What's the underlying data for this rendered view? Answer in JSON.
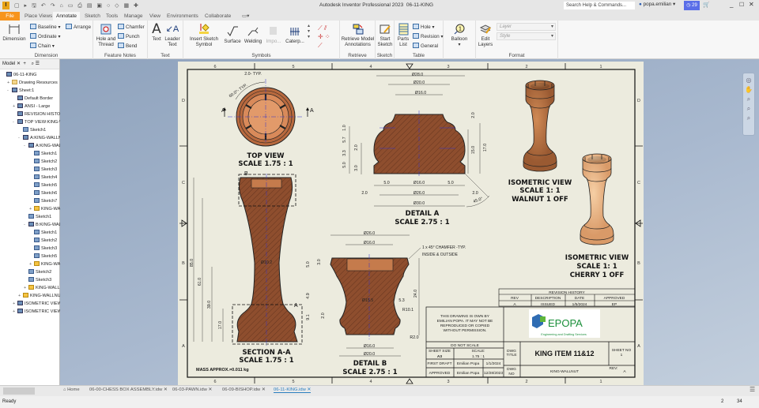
{
  "app": {
    "title": "Autodesk Inventor Professional 2023",
    "document": "06-11-KING"
  },
  "topbar": {
    "search_placeholder": "Search Help & Commands...",
    "user": "popa.emilian",
    "notifications": "29"
  },
  "tabs": [
    "File",
    "Place Views",
    "Annotate",
    "Sketch",
    "Tools",
    "Manage",
    "View",
    "Environments",
    "Collaborate"
  ],
  "active_tab": "Annotate",
  "ribbon": {
    "dimension": {
      "label": "Dimension",
      "big": "Dimension",
      "baseline": "Baseline",
      "ordinate": "Ordinate",
      "chain": "Chain",
      "arrange": "Arrange"
    },
    "feature_notes": {
      "label": "Feature Notes",
      "hole": "Hole and Thread",
      "chamfer": "Chamfer",
      "punch": "Punch",
      "bend": "Bend"
    },
    "text": {
      "label": "Text",
      "text": "Text",
      "leader": "Leader Text"
    },
    "symbols": {
      "label": "Symbols",
      "insert": "Insert Sketch Symbol",
      "surface": "Surface",
      "welding": "Welding",
      "import": "Impo...",
      "caterpillar": "Caterp..."
    },
    "retrieve": {
      "label": "Retrieve",
      "btn": "Retrieve Model Annotations"
    },
    "sketch": {
      "label": "Sketch",
      "btn": "Start Sketch"
    },
    "table": {
      "label": "Table",
      "parts": "Parts List",
      "hole": "Hole",
      "revision": "Revision",
      "general": "General"
    },
    "balloon": {
      "btn": "Balloon"
    },
    "format": {
      "label": "Format",
      "edit_layers": "Edit Layers",
      "layer": "Layer",
      "style": "Style"
    }
  },
  "browser": {
    "tab": "Model",
    "tree": [
      {
        "t": "06-11-KING",
        "l": 0,
        "i": "doc"
      },
      {
        "t": "Drawing Resources",
        "l": 1,
        "e": "+",
        "i": "fold"
      },
      {
        "t": "Sheet:1",
        "l": 1,
        "e": "-",
        "i": "doc"
      },
      {
        "t": "Default Border",
        "l": 2,
        "i": "doc"
      },
      {
        "t": "ANSI - Large",
        "l": 2,
        "e": "+",
        "i": "doc"
      },
      {
        "t": "REVISION HISTORY",
        "l": 2,
        "i": "doc"
      },
      {
        "t": "TOP VIEW:KING-WA",
        "l": 2,
        "e": "-",
        "i": "doc"
      },
      {
        "t": "Sketch1",
        "l": 3,
        "i": "sk"
      },
      {
        "t": "A:KING-WALLNUT",
        "l": 3,
        "e": "-",
        "i": "doc"
      },
      {
        "t": "A:KING-WALL",
        "l": 4,
        "e": "-",
        "i": "doc"
      },
      {
        "t": "Sketch1",
        "l": 5,
        "i": "sk"
      },
      {
        "t": "Sketch2",
        "l": 5,
        "i": "sk"
      },
      {
        "t": "Sketch3",
        "l": 5,
        "i": "sk"
      },
      {
        "t": "Sketch4",
        "l": 5,
        "i": "sk"
      },
      {
        "t": "Sketch5",
        "l": 5,
        "i": "sk"
      },
      {
        "t": "Sketch6",
        "l": 5,
        "i": "sk"
      },
      {
        "t": "Sketch7",
        "l": 5,
        "i": "sk"
      },
      {
        "t": "KING-WAL",
        "l": 5,
        "e": "+",
        "i": "part"
      },
      {
        "t": "Sketch1",
        "l": 4,
        "i": "sk"
      },
      {
        "t": "B:KING-WALLI",
        "l": 4,
        "e": "-",
        "i": "doc"
      },
      {
        "t": "Sketch1",
        "l": 5,
        "i": "sk"
      },
      {
        "t": "Sketch2",
        "l": 5,
        "i": "sk"
      },
      {
        "t": "Sketch3",
        "l": 5,
        "i": "sk"
      },
      {
        "t": "Sketch5",
        "l": 5,
        "i": "sk"
      },
      {
        "t": "KING-WAL",
        "l": 5,
        "e": "+",
        "i": "part"
      },
      {
        "t": "Sketch2",
        "l": 4,
        "i": "sk"
      },
      {
        "t": "Sketch3",
        "l": 4,
        "i": "sk"
      },
      {
        "t": "KING-WALLNL",
        "l": 4,
        "e": "+",
        "i": "part"
      },
      {
        "t": "KING-WALLNUT",
        "l": 3,
        "e": "+",
        "i": "part"
      },
      {
        "t": "ISOMETRIC VIEW:KI",
        "l": 2,
        "e": "+",
        "i": "doc"
      },
      {
        "t": "ISOMETRIC VIEW:KI",
        "l": 2,
        "e": "+",
        "i": "doc"
      }
    ]
  },
  "sheet": {
    "cols": [
      "6",
      "5",
      "4",
      "3",
      "2",
      "1"
    ],
    "rows": [
      "D",
      "C",
      "B",
      "A"
    ],
    "views": {
      "top": {
        "title": "TOP VIEW",
        "scale": "SCALE 1.75 : 1",
        "typ1": "2.0- TYP.",
        "typ2": "60.0°- TYP.",
        "a": "A"
      },
      "section": {
        "title": "SECTION A-A",
        "scale": "SCALE 1.75 : 1",
        "b": "B",
        "a": "A",
        "d1": "85.0",
        "d2": "61.0",
        "d3": "39.0",
        "d4": "17.0",
        "d5": "Ø10.2"
      },
      "detail_a": {
        "title": "DETAIL  A",
        "scale": "SCALE 2.75 : 1",
        "d": [
          "Ø28.0",
          "Ø20.0",
          "Ø16.0",
          "2.0",
          "1.0",
          "5.7",
          "2.0",
          "3.3",
          "5.0",
          "3.0",
          "15.0",
          "17.0",
          "5.0",
          "Ø16.0",
          "5.0",
          "2.0",
          "Ø26.0",
          "2.0",
          "Ø30.0",
          "45.0°"
        ]
      },
      "detail_b": {
        "title": "DETAIL  B",
        "scale": "SCALE 2.75 : 1",
        "note1": "1 x 45° CHAMFER -TYP.",
        "note2": "INSIDE & OUTSIDE",
        "d": [
          "Ø26.0",
          "Ø16.0",
          "5.0",
          "3.0",
          "4.9",
          "9.1",
          "2.0",
          "Ø15.5",
          "5.3",
          "24.0",
          "R10.1",
          "R2.0",
          "Ø16.0",
          "Ø20.0"
        ]
      },
      "iso_walnut": {
        "l1": "ISOMETRIC VIEW",
        "l2": "SCALE 1: 1",
        "l3": "WALNUT 1 OFF",
        "color": "#b8703f"
      },
      "iso_cherry": {
        "l1": "ISOMETRIC VIEW",
        "l2": "SCALE 1: 1",
        "l3": "CHERRY 1 OFF",
        "color": "#e8b384"
      }
    },
    "mass": "MASS APPROX.=0.011 kg",
    "revision": {
      "title": "REVISION HISTORY",
      "headers": [
        "REV",
        "DESCRIPTION",
        "DATE",
        "APPROVED"
      ],
      "row": [
        "A",
        "ISSUED",
        "1/5/2024",
        "EP"
      ]
    },
    "title_block": {
      "ownership": [
        "THIS DRAWING IS OWN BY",
        "EMILIAN POPA. IT MAY NOT BE",
        "REPRODUCED OR COPIED",
        "WITHOUT PERMISSION."
      ],
      "logo": "EPOPA",
      "logo_sub": "Engineering and Drafting Services",
      "do_not_scale": "DO NOT SCALE",
      "sheet_size_label": "SHEET SIZE",
      "sheet_size": "A3",
      "scale_label": "SCALE:",
      "scale": "1.75 : 1",
      "first_draft": "FIRST DRAFT",
      "first_name": "Emilian Popa",
      "first_date": "1/1/2024",
      "approved": "APPROVED",
      "approved_name": "Emilian Popa",
      "approved_date": "12/28/2023",
      "dwg_title_label": [
        "DWG",
        "TITLE"
      ],
      "dwg_title": "KING ITEM 11&12",
      "sheet_no_label": "SHEET NO",
      "sheet_no": "1",
      "dwg_no_label": [
        "DWG",
        "NO"
      ],
      "dwg_no": "KING-WALLNUT",
      "rev_label": "REV:",
      "rev": "A"
    }
  },
  "doc_tabs": [
    {
      "t": "Home"
    },
    {
      "t": "06-00-CHESS BOX ASSEMBLY.idw"
    },
    {
      "t": "06-03-PAWN.idw"
    },
    {
      "t": "06-09-BISHOP.idw"
    },
    {
      "t": "06-11-KING.idw",
      "active": true
    }
  ],
  "status": {
    "text": "Ready",
    "n1": "2",
    "n2": "34"
  },
  "colors": {
    "accent": "#f7941d",
    "walnut": "#8a4a2c",
    "sheet": "#ecead d"
  }
}
